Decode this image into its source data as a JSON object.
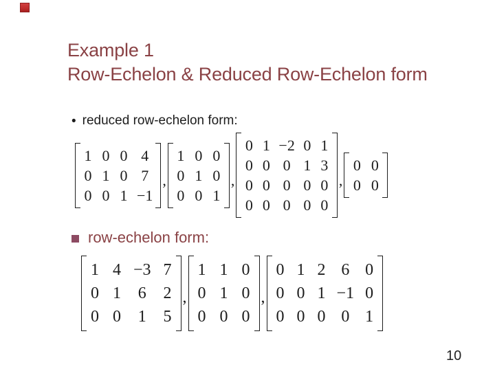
{
  "colors": {
    "title": "#8a4245",
    "ink": "#1c1c1c",
    "accent_red": "#c22f2e",
    "bullet_square": "#8d4a62"
  },
  "slide": {
    "title_line1": "Example 1",
    "title_line2": "Row-Echelon & Reduced Row-Echelon form",
    "page_number": "10"
  },
  "bullets": {
    "reduced": {
      "marker": "•",
      "label": "reduced row-echelon form:"
    },
    "row_echelon": {
      "marker_icon": "square-bullet",
      "label": "row-echelon form:"
    }
  },
  "punct": {
    "comma": ","
  },
  "matrices": {
    "reduced": [
      {
        "rows": [
          [
            "1",
            "0",
            "0",
            "4"
          ],
          [
            "0",
            "1",
            "0",
            "7"
          ],
          [
            "0",
            "0",
            "1",
            "−1"
          ]
        ]
      },
      {
        "rows": [
          [
            "1",
            "0",
            "0"
          ],
          [
            "0",
            "1",
            "0"
          ],
          [
            "0",
            "0",
            "1"
          ]
        ]
      },
      {
        "rows": [
          [
            "0",
            "1",
            "−2",
            "0",
            "1"
          ],
          [
            "0",
            "0",
            "0",
            "1",
            "3"
          ],
          [
            "0",
            "0",
            "0",
            "0",
            "0"
          ],
          [
            "0",
            "0",
            "0",
            "0",
            "0"
          ]
        ]
      },
      {
        "rows": [
          [
            "0",
            "0"
          ],
          [
            "0",
            "0"
          ]
        ]
      }
    ],
    "row_echelon": [
      {
        "rows": [
          [
            "1",
            "4",
            "−3",
            "7"
          ],
          [
            "0",
            "1",
            "6",
            "2"
          ],
          [
            "0",
            "0",
            "1",
            "5"
          ]
        ]
      },
      {
        "rows": [
          [
            "1",
            "1",
            "0"
          ],
          [
            "0",
            "1",
            "0"
          ],
          [
            "0",
            "0",
            "0"
          ]
        ]
      },
      {
        "rows": [
          [
            "0",
            "1",
            "2",
            "6",
            "0"
          ],
          [
            "0",
            "0",
            "1",
            "−1",
            "0"
          ],
          [
            "0",
            "0",
            "0",
            "0",
            "1"
          ]
        ]
      }
    ]
  }
}
